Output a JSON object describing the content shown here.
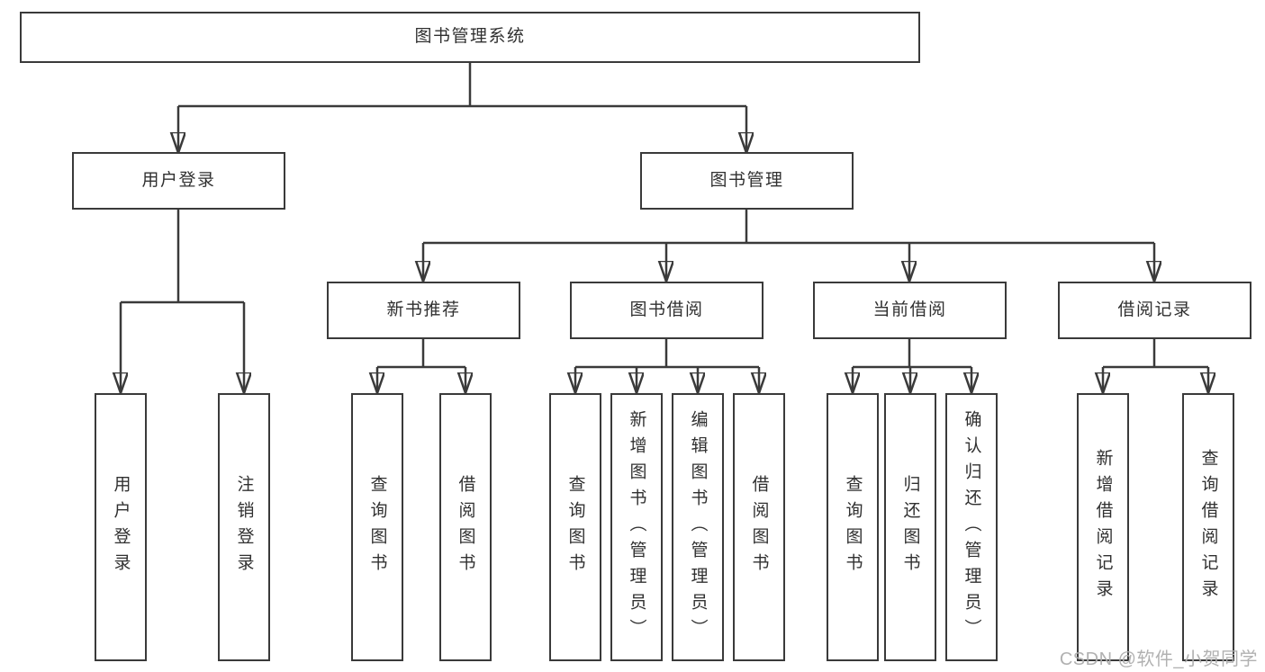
{
  "diagram": {
    "root": {
      "label": "图书管理系统"
    },
    "branches": [
      {
        "label": "用户登录",
        "leaves": [
          "用户登录",
          "注销登录"
        ]
      },
      {
        "label": "图书管理",
        "groups": [
          {
            "label": "新书推荐",
            "leaves": [
              "查询图书",
              "借阅图书"
            ]
          },
          {
            "label": "图书借阅",
            "leaves": [
              "查询图书",
              "新增图书（管理员）",
              "编辑图书（管理员）",
              "借阅图书"
            ]
          },
          {
            "label": "当前借阅",
            "leaves": [
              "查询图书",
              "归还图书",
              "确认归还（管理员）"
            ]
          },
          {
            "label": "借阅记录",
            "leaves": [
              "新增借阅记录",
              "查询借阅记录"
            ]
          }
        ]
      }
    ]
  },
  "watermark": "CSDN @软件_小贺同学",
  "colors": {
    "line": "#3a3a3a",
    "text": "#303030",
    "background": "#ffffff",
    "watermark": "#adadad"
  }
}
